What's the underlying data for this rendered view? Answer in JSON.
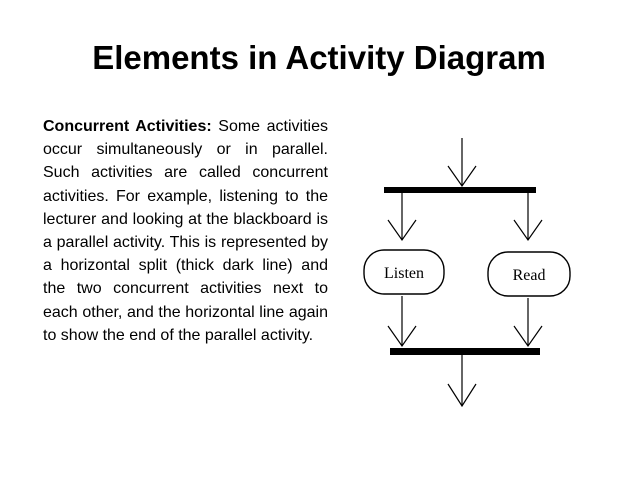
{
  "slide": {
    "title": "Elements in Activity Diagram",
    "body": {
      "lead": "Concurrent Activities:",
      "text": "Some activities occur simultaneously or in parallel. Such activities are called concurrent activities. For example, listening to the lecturer and looking at the blackboard is a parallel activity. This is represented by a horizontal split (thick dark line) and the two concurrent activities next to each other, and the horizontal line again to show the end of the parallel activity."
    },
    "diagram": {
      "activities": [
        "Listen",
        "Read"
      ]
    }
  }
}
